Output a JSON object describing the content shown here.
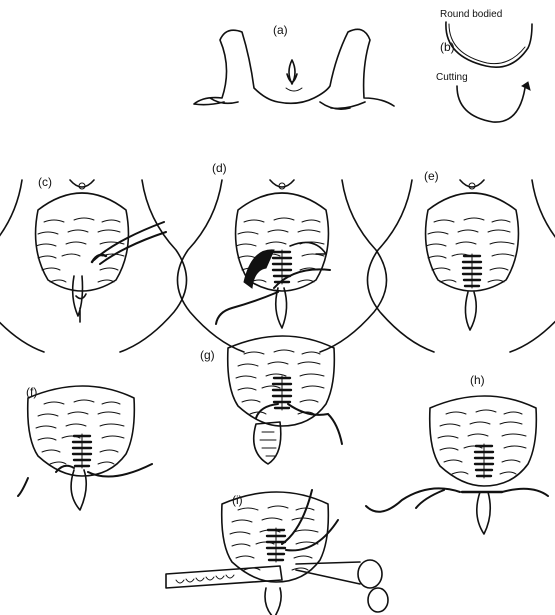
{
  "panels": {
    "a": "(a)",
    "b": "(b)",
    "c": "(c)",
    "d": "(d)",
    "e": "(e)",
    "f": "(f)",
    "g": "(g)",
    "h": "(h)",
    "i": "(i)"
  },
  "needles": {
    "round_bodied": "Round bodied",
    "cutting": "Cutting"
  }
}
